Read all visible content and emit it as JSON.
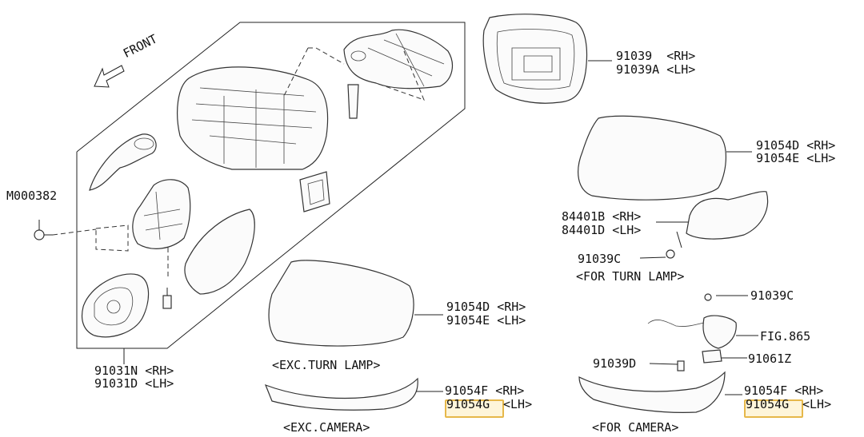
{
  "front": "FRONT",
  "labels": {
    "m000382": "M000382",
    "p91031n": "91031N <RH>",
    "p91031d": "91031D <LH>",
    "p91039": "91039  <RH>",
    "p91039a": "91039A <LH>",
    "p91054d_top": "91054D <RH>",
    "p91054e_top": "91054E <LH>",
    "p84401b": "84401B <RH>",
    "p84401d": "84401D <LH>",
    "p91039c_left": "91039C",
    "for_turn_lamp": "<FOR TURN LAMP>",
    "p91039c_right": "91039C",
    "fig865": "FIG.865",
    "p91061z": "91061Z",
    "p91039d": "91039D",
    "p91054d_mid": "91054D <RH>",
    "p91054e_mid": "91054E <LH>",
    "exc_turn_lamp": "<EXC.TURN LAMP>",
    "p91054f_left": "91054F <RH>",
    "p91054g_left": "91054G",
    "lh_left": "<LH>",
    "exc_camera": "<EXC.CAMERA>",
    "p91054f_right": "91054F <RH>",
    "p91054g_right": "91054G",
    "lh_right": "<LH>",
    "for_camera": "<FOR CAMERA>"
  },
  "highlight_color": "#e6b84a"
}
